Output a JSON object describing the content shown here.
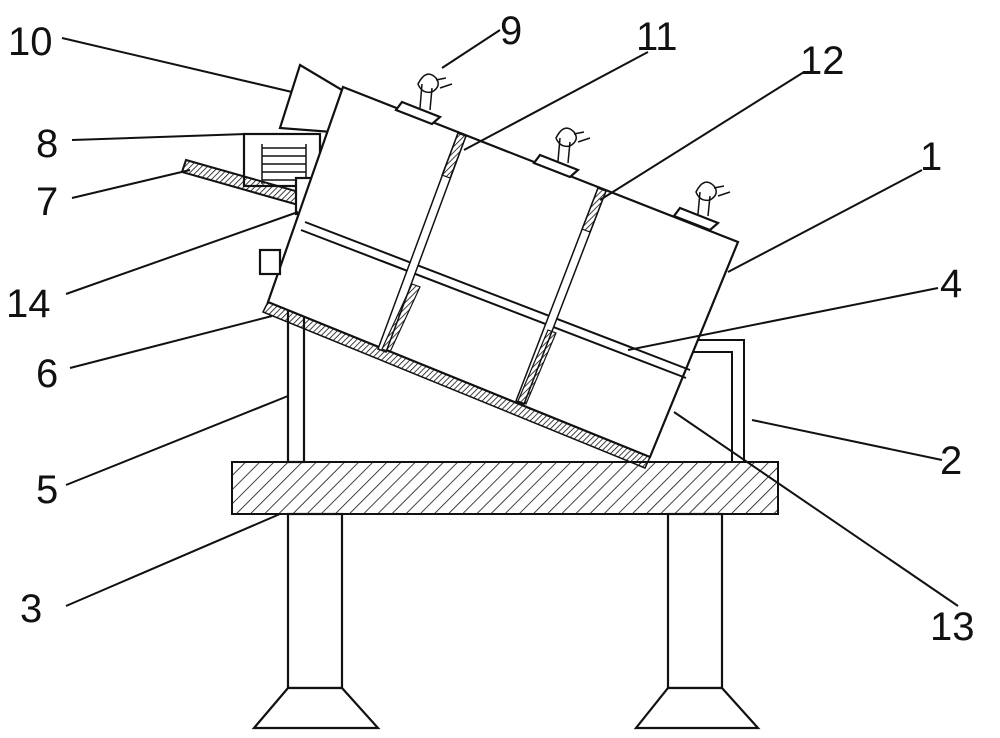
{
  "colors": {
    "ink": "#111111",
    "paper": "#ffffff"
  },
  "callouts": [
    {
      "id": "c1",
      "text": "1"
    },
    {
      "id": "c2",
      "text": "2"
    },
    {
      "id": "c3",
      "text": "3"
    },
    {
      "id": "c4",
      "text": "4"
    },
    {
      "id": "c5",
      "text": "5"
    },
    {
      "id": "c6",
      "text": "6"
    },
    {
      "id": "c7",
      "text": "7"
    },
    {
      "id": "c8",
      "text": "8"
    },
    {
      "id": "c9",
      "text": "9"
    },
    {
      "id": "c10",
      "text": "10"
    },
    {
      "id": "c11",
      "text": "11"
    },
    {
      "id": "c12",
      "text": "12"
    },
    {
      "id": "c13",
      "text": "13"
    },
    {
      "id": "c14",
      "text": "14"
    }
  ]
}
